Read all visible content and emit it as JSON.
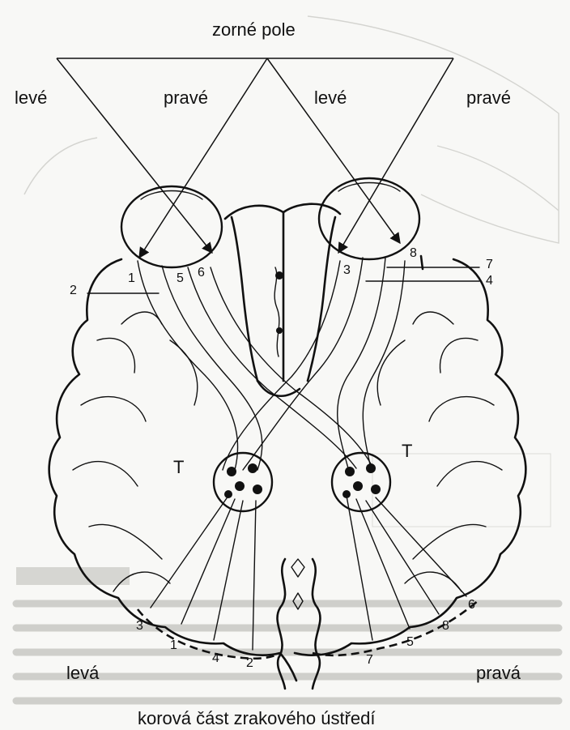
{
  "labels": {
    "visual_field": "zorné pole",
    "left_field_1": "levé",
    "right_field_1": "pravé",
    "left_field_2": "levé",
    "right_field_2": "pravé",
    "t_left": "T",
    "t_right": "T",
    "left_hemisphere": "levá",
    "right_hemisphere": "pravá",
    "cortical_center": "korová část zrakového ústředí"
  },
  "numbers": {
    "top": [
      "1",
      "2",
      "5",
      "6",
      "3",
      "8",
      "7",
      "4"
    ],
    "cortex": [
      "3",
      "1",
      "4",
      "2",
      "7",
      "5",
      "8",
      "6"
    ]
  }
}
